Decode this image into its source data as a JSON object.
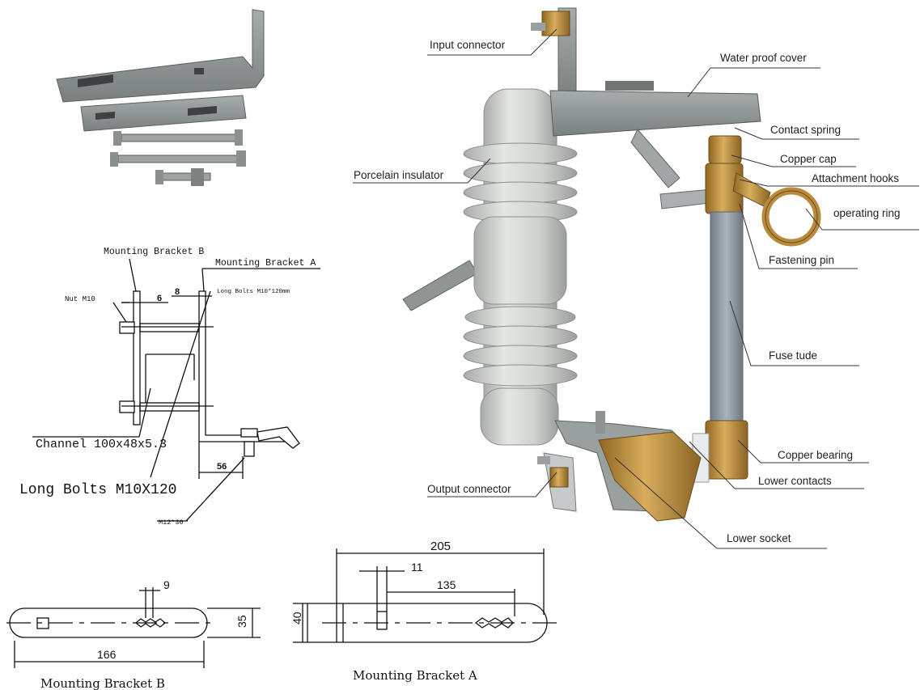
{
  "callouts": {
    "input_connector": "Input connector",
    "water_proof_cover": "Water proof cover",
    "contact_spring": "Contact spring",
    "copper_cap": "Copper cap",
    "attachment_hooks": "Attachment hooks",
    "porcelain_insulator": "Porcelain insulator",
    "operating_ring": "operating ring",
    "fastening_pin": "Fastening pin",
    "fuse_tude": "Fuse tude",
    "copper_bearing": "Copper bearing",
    "lower_contacts": "Lower contacts",
    "output_connector": "Output connector",
    "lower_socket": "Lower socket"
  },
  "install_drawing": {
    "mounting_bracket_b": "Mounting Bracket B",
    "mounting_bracket_a": "Mounting Bracket A",
    "nut": "Nut M10",
    "long_bolts_small": "Long Bolts M10*120mm",
    "dim_6": "6",
    "dim_8": "8",
    "channel": "Channel 100x48x5.3",
    "long_bolts": "Long Bolts M10X120",
    "dim_56": "56",
    "bolt_m12": "M12*30"
  },
  "bracket_b": {
    "dim_slot": "9",
    "dim_height": "35",
    "dim_length": "166",
    "caption": "Mounting Bracket B"
  },
  "bracket_a": {
    "dim_length": "205",
    "dim_slot": "11",
    "dim_offset": "135",
    "dim_height": "40",
    "caption": "Mounting Bracket A"
  },
  "colors": {
    "porcelain": "#c9cbc8",
    "galvanized": "#8e9394",
    "brass": "#b88a3c",
    "fuse_tube": "#8f9ba3"
  }
}
